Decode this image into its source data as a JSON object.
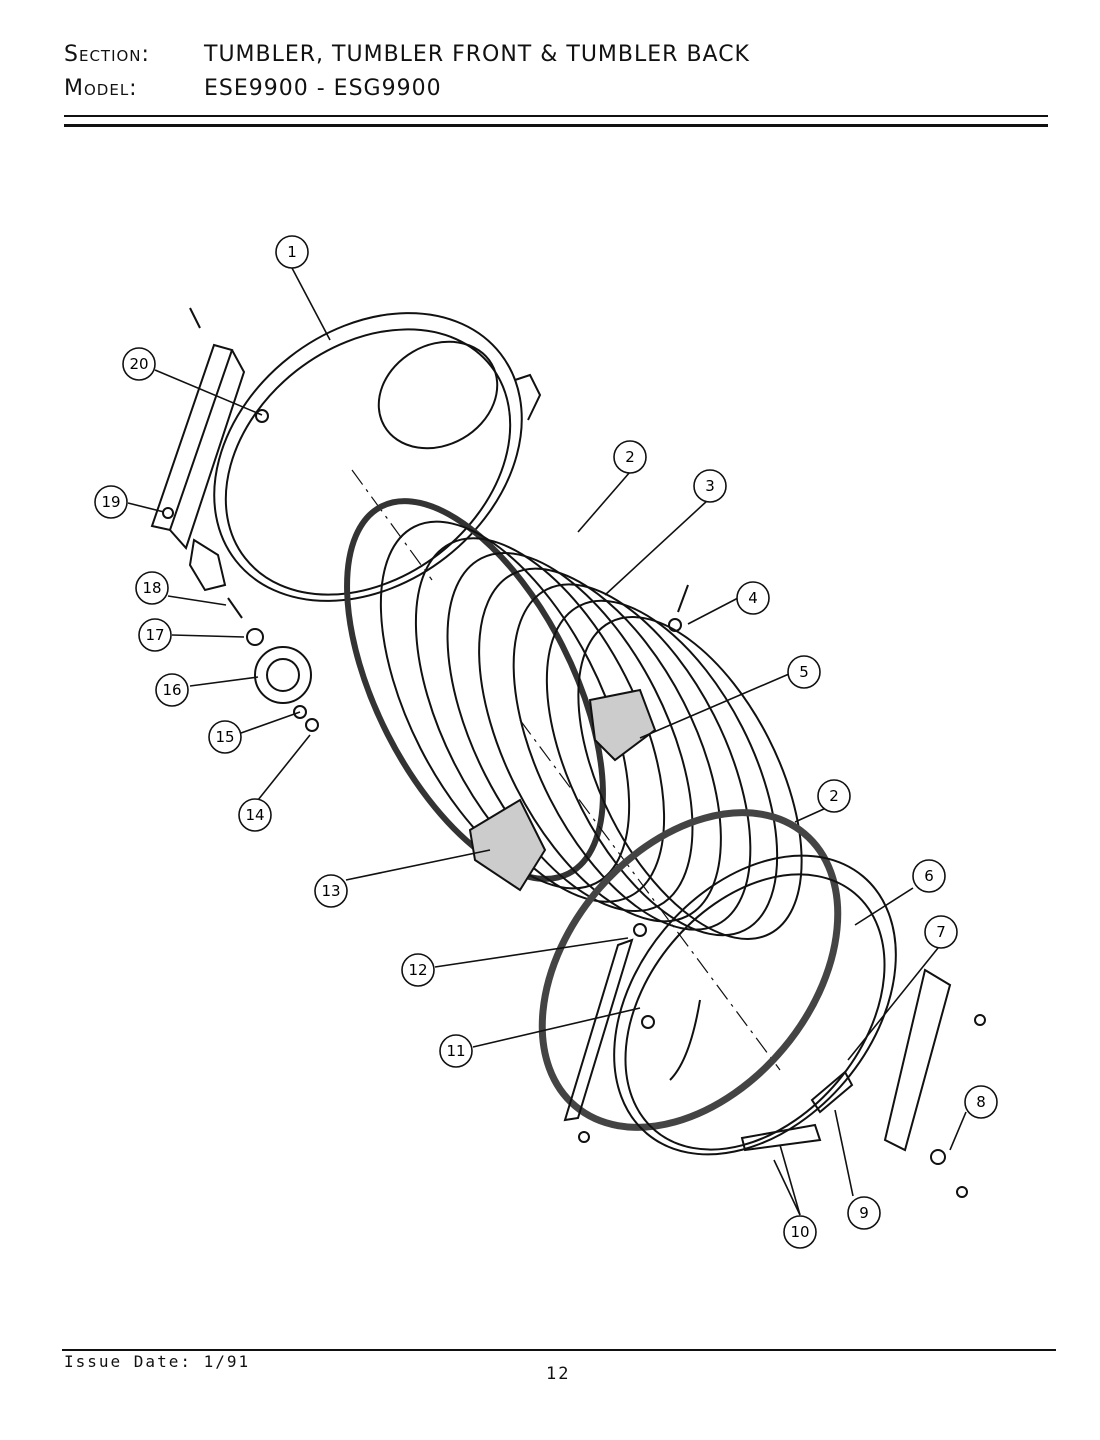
{
  "header": {
    "section_label": "Section:",
    "section_value": "TUMBLER, TUMBLER FRONT & TUMBLER BACK",
    "model_label": "Model:",
    "model_value": "ESE9900 - ESG9900"
  },
  "callouts": [
    "1",
    "2",
    "3",
    "4",
    "5",
    "6",
    "7",
    "8",
    "9",
    "10",
    "11",
    "12",
    "13",
    "14",
    "15",
    "16",
    "17",
    "18",
    "19",
    "20"
  ],
  "footer": {
    "issue_date": "Issue Date: 1/91",
    "page_number": "12"
  }
}
